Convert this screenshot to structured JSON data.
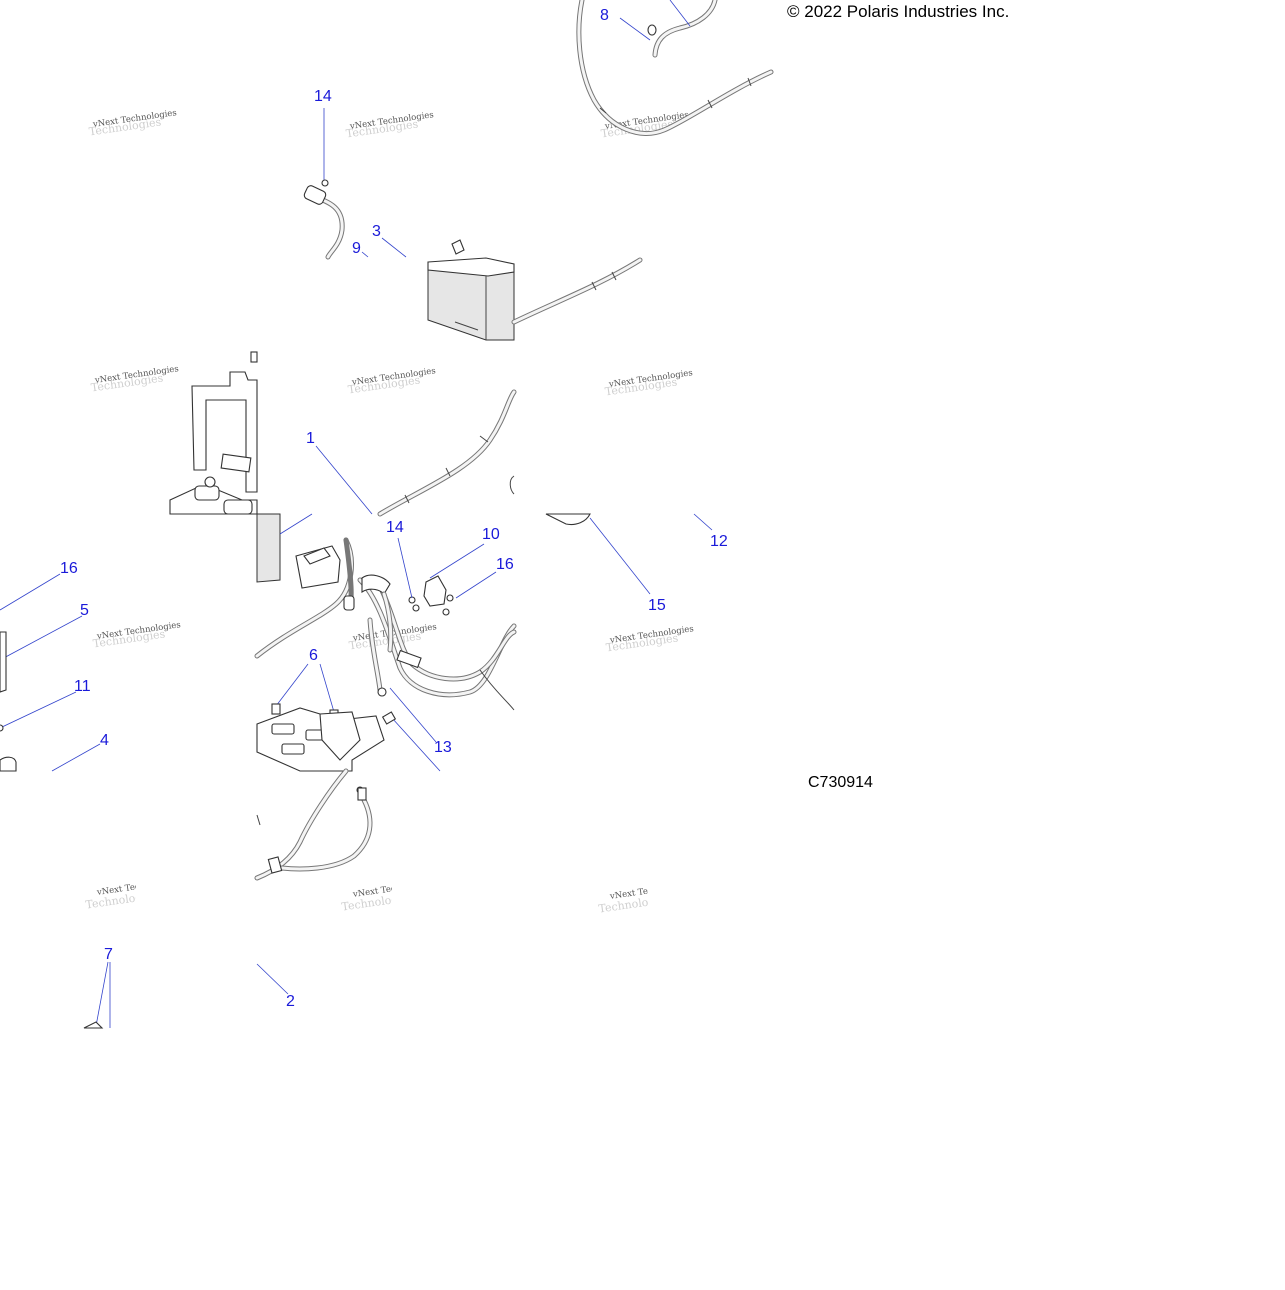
{
  "copyright": "© 2022 Polaris Industries Inc.",
  "drawing_id": "C730914",
  "watermark": "vNext Technologies",
  "callouts": [
    {
      "id": "c8",
      "label": "8"
    },
    {
      "id": "c14a",
      "label": "14"
    },
    {
      "id": "c3",
      "label": "3"
    },
    {
      "id": "c9",
      "label": "9"
    },
    {
      "id": "c1",
      "label": "1"
    },
    {
      "id": "c14b",
      "label": "14"
    },
    {
      "id": "c10",
      "label": "10"
    },
    {
      "id": "c16a",
      "label": "16"
    },
    {
      "id": "c12",
      "label": "12"
    },
    {
      "id": "c15",
      "label": "15"
    },
    {
      "id": "c16b",
      "label": "16"
    },
    {
      "id": "c5",
      "label": "5"
    },
    {
      "id": "c11",
      "label": "11"
    },
    {
      "id": "c4",
      "label": "4"
    },
    {
      "id": "c6",
      "label": "6"
    },
    {
      "id": "c13",
      "label": "13"
    },
    {
      "id": "c7",
      "label": "7"
    },
    {
      "id": "c2",
      "label": "2"
    }
  ]
}
